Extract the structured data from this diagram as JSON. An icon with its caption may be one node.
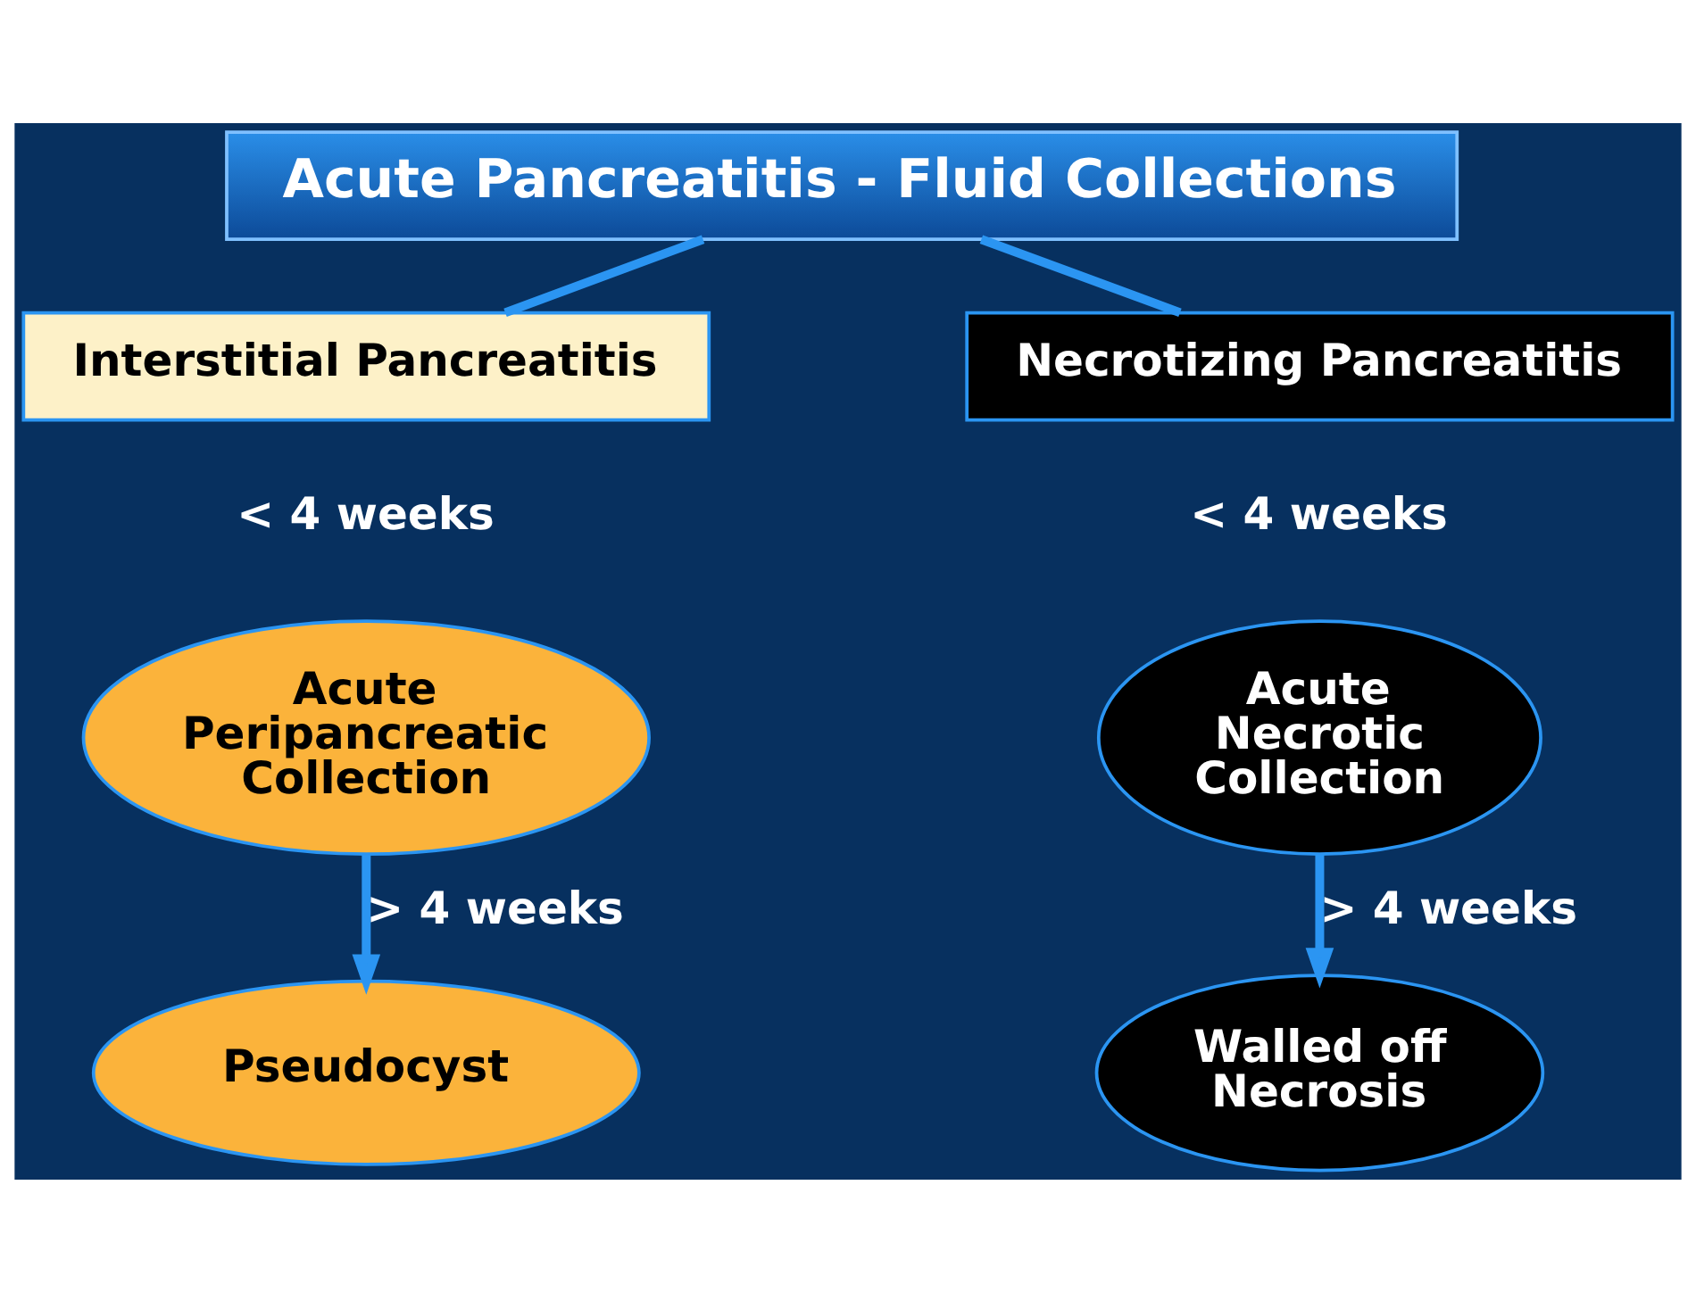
{
  "diagram": {
    "nodes": [
      {
        "text": [
          "Acute Pancreatitis - Fluid Collections"
        ]
      },
      {
        "text": [
          "Interstitial Pancreatitis"
        ]
      },
      {
        "text": [
          "Necrotizing Pancreatitis"
        ]
      },
      {
        "text": [
          "Acute Peripancreatic Collection"
        ]
      },
      {
        "text": [
          "Pseudocyst"
        ]
      },
      {
        "text": [
          "Acute Necrotic Collection"
        ]
      },
      {
        "text": [
          "Walled off Necrosis"
        ]
      }
    ],
    "edges": [
      {
        "from": 0,
        "to": 1,
        "arrow": "none"
      },
      {
        "from": 0,
        "to": 2,
        "arrow": "none"
      },
      {
        "from": 3,
        "to": 4,
        "arrow": "to",
        "label": "> 4 weeks"
      },
      {
        "from": 5,
        "to": 6,
        "arrow": "to",
        "label": "> 4 weeks"
      }
    ],
    "labels": [
      "< 4 weeks",
      "< 4 weeks"
    ]
  }
}
